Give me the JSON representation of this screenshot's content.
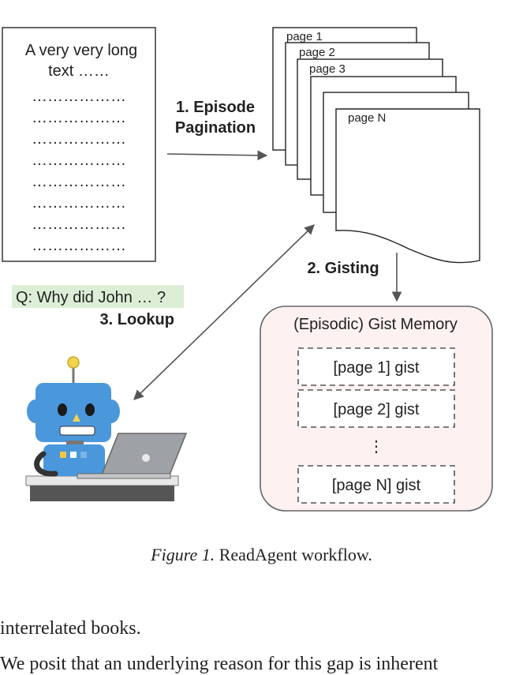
{
  "figure": {
    "source_text": {
      "line1": "A very very long",
      "line2": "text ……",
      "dots": "………………",
      "dot_rows": 8
    },
    "steps": {
      "pagination_line1": "1. Episode",
      "pagination_line2": "Pagination",
      "gisting": "2. Gisting",
      "lookup": "3. Lookup"
    },
    "pages": [
      "page 1",
      "page 2",
      "page 3",
      "page N"
    ],
    "question": "Q: Why did John … ?",
    "memory": {
      "title": "(Episodic) Gist Memory",
      "items": [
        "[page 1] gist",
        "[page 2] gist",
        "[page N] gist"
      ],
      "ellipsis": "⋮"
    },
    "colors": {
      "question_bg": "#dcefd6",
      "memory_bg": "#fdf1f1",
      "robot_blue": "#4b97db",
      "robot_yellow": "#f2d24e",
      "laptop_gray": "#9ea1a6"
    },
    "icon": "robot-with-laptop-icon"
  },
  "caption": {
    "label": "Figure 1.",
    "text": "ReadAgent workflow."
  },
  "body": {
    "line1": "interrelated books.",
    "line2": "We posit that an underlying reason for this gap is inherent"
  }
}
